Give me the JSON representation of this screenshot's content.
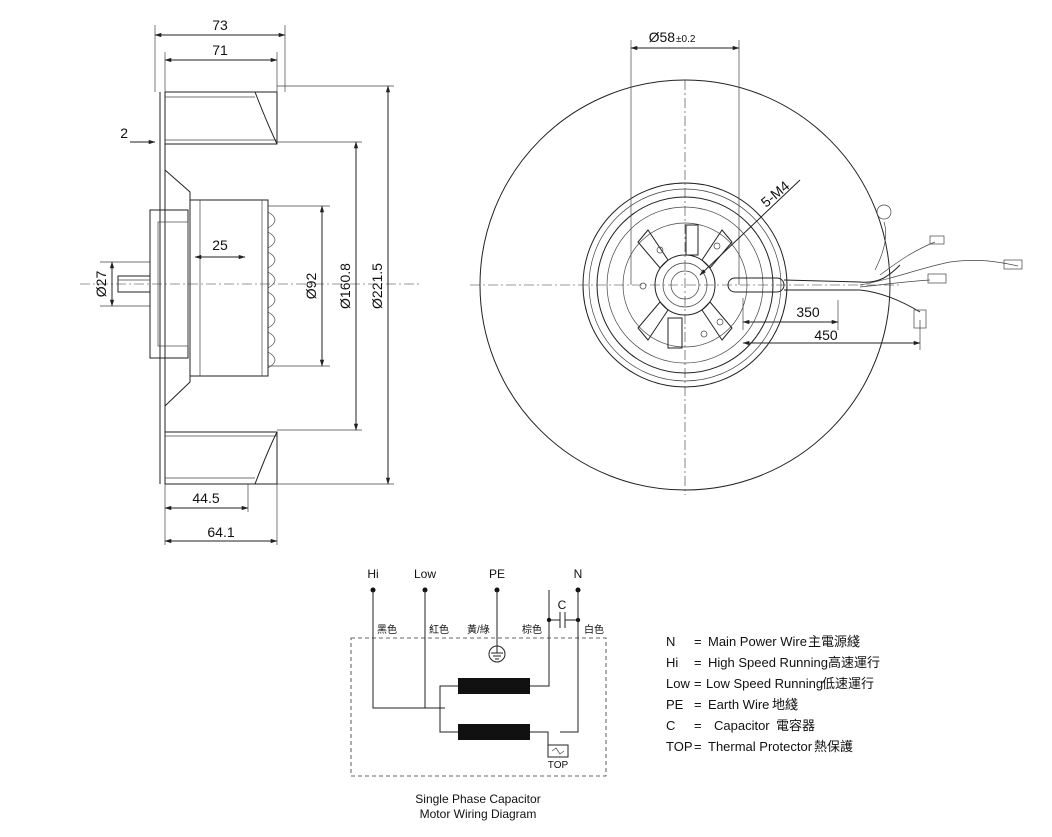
{
  "side_view": {
    "dim_73": "73",
    "dim_71": "71",
    "dim_2": "2",
    "dim_25": "25",
    "dim_27": "Ø27",
    "dim_92": "Ø92",
    "dim_160_8": "Ø160.8",
    "dim_221_5": "Ø221.5",
    "dim_44_5": "44.5",
    "dim_64_1": "64.1"
  },
  "front_view": {
    "dim_58": "Ø58",
    "dim_58_tol": "±0.2",
    "dim_5m4": "5-M4",
    "dim_350": "350",
    "dim_450": "450"
  },
  "wiring": {
    "terminals": [
      "Hi",
      "Low",
      "PE",
      "N"
    ],
    "capacitor_label": "C",
    "wire_colors": [
      "黑色",
      "紅色",
      "黃/綠",
      "棕色",
      "白色"
    ],
    "top_label": "TOP",
    "caption_line1": "Single Phase Capacitor",
    "caption_line2": "Motor Wiring Diagram"
  },
  "legend": [
    {
      "code": "N",
      "sep": "=",
      "desc": "Main Power Wire",
      "cn": "主電源綫"
    },
    {
      "code": "Hi",
      "sep": "=",
      "desc": "High Speed Running",
      "cn": "高速運行"
    },
    {
      "code": "Low",
      "sep": "=",
      "desc": "Low Speed Running",
      "cn": "低速運行"
    },
    {
      "code": "PE",
      "sep": "=",
      "desc": "Earth Wire",
      "cn": "地綫"
    },
    {
      "code": "C",
      "sep": "=",
      "desc": "Capacitor",
      "cn": "電容器"
    },
    {
      "code": "TOP",
      "sep": "=",
      "desc": "Thermal Protector",
      "cn": "熱保護"
    }
  ]
}
